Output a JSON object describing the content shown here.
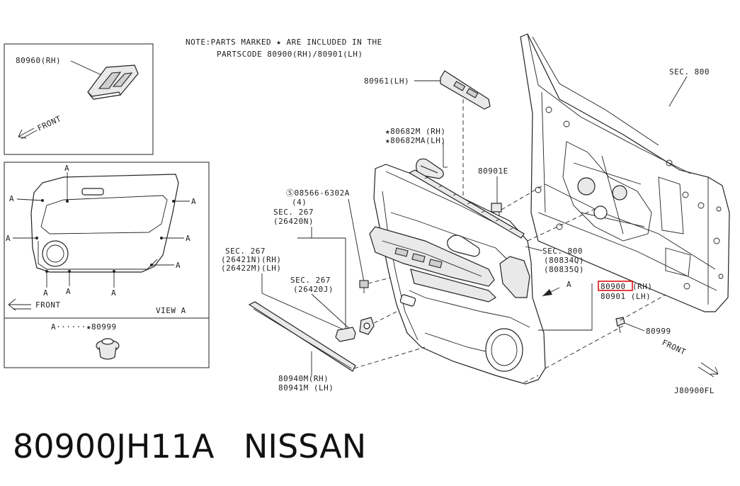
{
  "note": {
    "line1": "NOTE:PARTS MARKED ★ ARE INCLUDED IN THE",
    "line2": "PARTSCODE 80900(RH)/80901(LH)"
  },
  "inset_switch": {
    "part": "80960(RH)",
    "front": "FRONT"
  },
  "inset_view": {
    "marker": "A",
    "front": "FRONT",
    "title": "VIEW A"
  },
  "inset_clip": {
    "label": "A······★80999"
  },
  "labels": {
    "sec800_top": "SEC. 800",
    "p80961": "80961(LH)",
    "p80682m": "★80682M (RH)",
    "p80682ma": "★80682MA(LH)",
    "p80901e": "80901E",
    "screw": "Ⓢ08566-6302A",
    "screw_qty": "(4)",
    "sec267_a": "SEC. 267",
    "sec267_a_code": "(26420N)",
    "sec267_b": "SEC. 267",
    "sec267_b_code1": "(26421N)(RH)",
    "sec267_b_code2": "(26422M)(LH)",
    "sec267_c": "SEC. 267",
    "sec267_c_code": "(26420J)",
    "sec800_mid": "SEC. 800",
    "sec800_mid_code1": "(80834Q)",
    "sec800_mid_code2": "(80835Q)",
    "p80900": "80900",
    "p80900_side": "(RH)",
    "p80901": "80901 (LH)",
    "arrow_a": "A",
    "p80999": "80999",
    "front_main": "FRONT",
    "p80940m": "80940M(RH)",
    "p80941m": "80941M (LH)",
    "diagram_code": "J80900FL"
  },
  "caption": {
    "part_number": "80900JH11A",
    "brand": "NISSAN"
  },
  "colors": {
    "line": "#222222",
    "highlight": "#e01010"
  }
}
